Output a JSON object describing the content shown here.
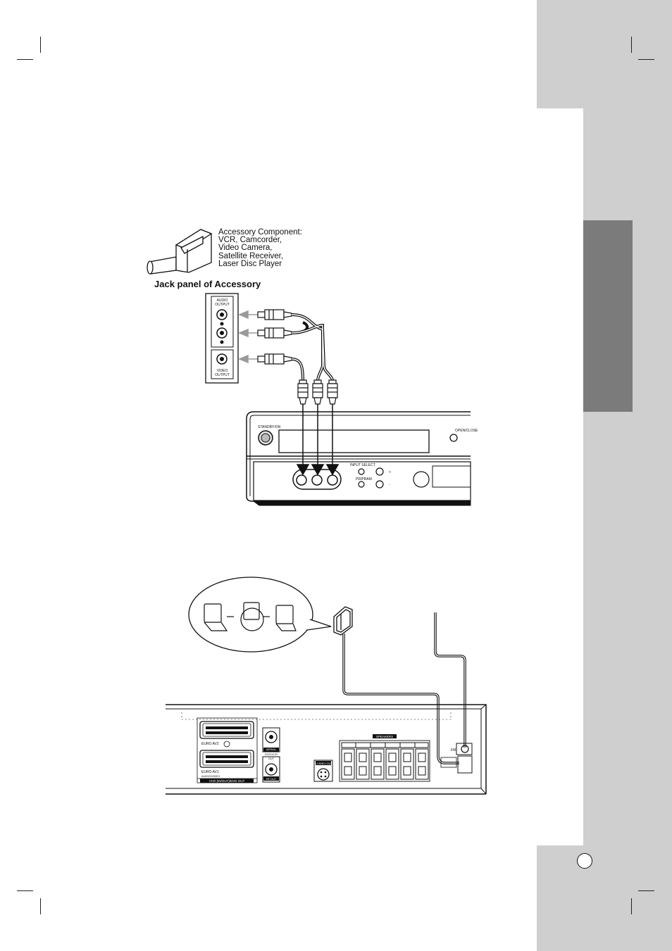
{
  "accessory": {
    "description_lines": [
      "Accessory Component:",
      "VCR, Camcorder,",
      "Video Camera,",
      "Satellite Receiver,",
      "Laser Disc Player"
    ],
    "jack_panel_title": "Jack panel of Accessory",
    "audio_output_label_1": "AUDIO",
    "audio_output_label_2": "OUTPUT",
    "video_output_label_1": "VIDEO",
    "video_output_label_2": "OUTPUT"
  },
  "front_panel": {
    "standby_label": "STANDBY/ON",
    "open_close_label": "OPEN/CLOSE",
    "input_select_label": "INPUT SELECT",
    "prog_label": "PR/PRAM",
    "plus_label": "+",
    "minus_label": "-"
  },
  "rear_panel": {
    "euro_av2_label": "EURO AV2",
    "euro_av1_label": "EURO AV1",
    "euro_av1_sub": "AUDIO/VIDEO",
    "vcr_out_label": "VCR (IN/OUT)/DVD OUT",
    "aerial_label": "AERIAL",
    "dvd_vcr_out_label_1": "DVD/VCR",
    "dvd_vcr_out_label_2": "OUT",
    "rf_out_label": "RF.OUT",
    "s_video_label": "S-VIDEO OUT",
    "speakers_label": "SPEAKERS",
    "fm_label": "FM"
  },
  "page": {
    "number": ""
  }
}
